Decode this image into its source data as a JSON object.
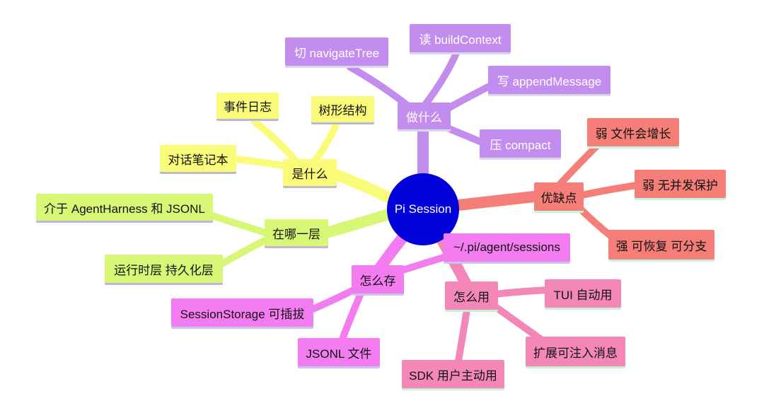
{
  "root": {
    "label": "Pi Session"
  },
  "branches": {
    "what": {
      "label": "是什么",
      "children": [
        "事件日志",
        "树形结构",
        "对话笔记本"
      ],
      "color": "#fbfb7a"
    },
    "layer": {
      "label": "在哪一层",
      "children": [
        "介于 AgentHarness 和 JSONL",
        "运行时层 持久化层"
      ],
      "color": "#d8f777"
    },
    "store": {
      "label": "怎么存",
      "children": [
        "~/.pi/agent/sessions",
        "SessionStorage 可插拔",
        "JSONL 文件"
      ],
      "color": "#f37cf1"
    },
    "use": {
      "label": "怎么用",
      "children": [
        "TUI 自动用",
        "扩展可注入消息",
        "SDK 用户主动用"
      ],
      "color": "#f387b8"
    },
    "do": {
      "label": "做什么",
      "children": [
        "切 navigateTree",
        "读 buildContext",
        "写 appendMessage",
        "压 compact"
      ],
      "color": "#c38df0"
    },
    "proscons": {
      "label": "优缺点",
      "children": [
        "弱 文件会增长",
        "弱 无并发保护",
        "强 可恢复 可分支"
      ],
      "color": "#f57e79"
    }
  }
}
